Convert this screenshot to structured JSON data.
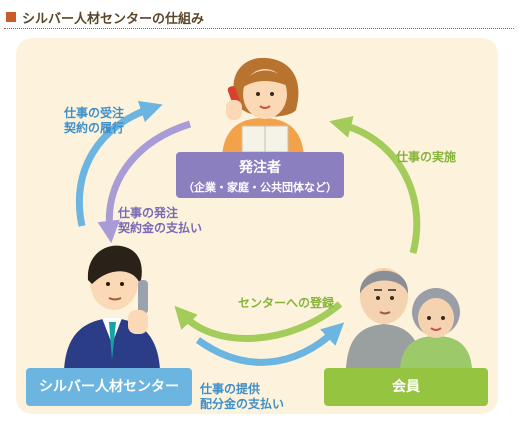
{
  "header": {
    "title": "シルバー人材センターの仕組み"
  },
  "boxes": {
    "orderer": {
      "title": "発注者",
      "subtitle": "（企業・家庭・公共団体など）"
    },
    "center": "シルバー人材センター",
    "member": "会員"
  },
  "labels": {
    "order_receipt": {
      "l1": "仕事の受注",
      "l2": "契約の履行"
    },
    "order_placement": {
      "l1": "仕事の発注",
      "l2": "契約金の支払い"
    },
    "execution": "仕事の実施",
    "registration": "センターへの登録",
    "provision": {
      "l1": "仕事の提供",
      "l2": "配分金の支払い"
    }
  },
  "colors": {
    "header_square": "#c95c2a",
    "panel": "#fdf3dd",
    "orderer_box": "#8c7fc0",
    "center_box": "#6cb5e1",
    "member_box": "#94c440",
    "blue_text": "#3f8fc9",
    "purple_text": "#7a6ab5",
    "green_text": "#86b43a"
  },
  "icons": [
    "woman-on-phone-icon",
    "man-with-headset-icon",
    "elderly-couple-icon"
  ]
}
